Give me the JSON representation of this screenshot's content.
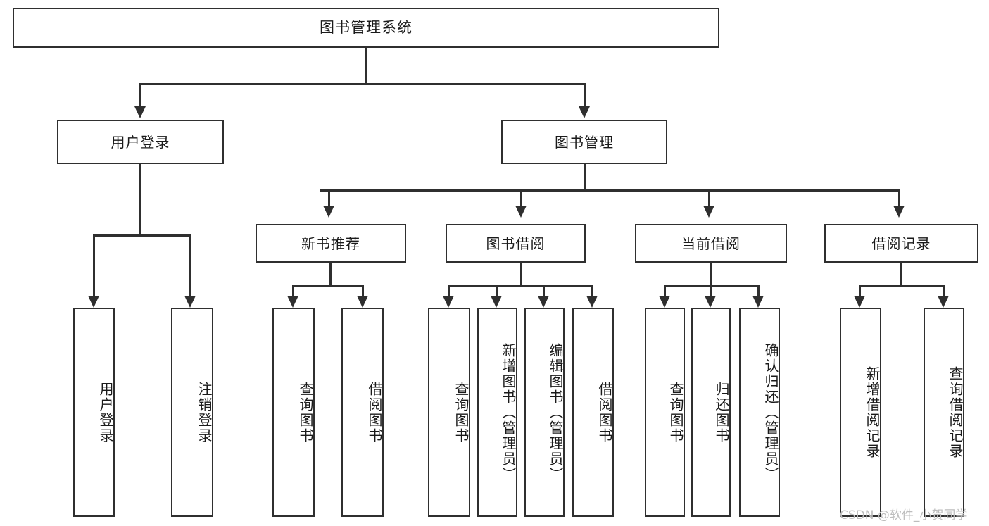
{
  "diagram": {
    "title_node": {
      "label": "图书管理系统"
    },
    "level1": [
      {
        "id": "user-login",
        "label": "用户登录"
      },
      {
        "id": "book-management",
        "label": "图书管理"
      }
    ],
    "level2": [
      {
        "id": "new-book-recommend",
        "label": "新书推荐"
      },
      {
        "id": "book-borrow",
        "label": "图书借阅"
      },
      {
        "id": "current-borrow",
        "label": "当前借阅"
      },
      {
        "id": "borrow-record",
        "label": "借阅记录"
      }
    ],
    "leaves": {
      "user_login": [
        {
          "id": "leaf-user-login",
          "label": "用户登录"
        },
        {
          "id": "leaf-logout-login",
          "label": "注销登录"
        }
      ],
      "new_book_recommend": [
        {
          "id": "leaf-query-book-1",
          "label": "查询图书"
        },
        {
          "id": "leaf-borrow-book-1",
          "label": "借阅图书"
        }
      ],
      "book_borrow": [
        {
          "id": "leaf-query-book-2",
          "label": "查询图书"
        },
        {
          "id": "leaf-add-book",
          "label": "新增图书（管理员）"
        },
        {
          "id": "leaf-edit-book",
          "label": "编辑图书（管理员）"
        },
        {
          "id": "leaf-borrow-book-2",
          "label": "借阅图书"
        }
      ],
      "current_borrow": [
        {
          "id": "leaf-query-book-3",
          "label": "查询图书"
        },
        {
          "id": "leaf-return-book",
          "label": "归还图书"
        },
        {
          "id": "leaf-confirm-return",
          "label": "确认归还（管理员）"
        }
      ],
      "borrow_record": [
        {
          "id": "leaf-add-borrow-record",
          "label": "新增借阅记录"
        },
        {
          "id": "leaf-query-borrow-record",
          "label": "查询借阅记录"
        }
      ]
    }
  },
  "watermark": {
    "text": "CSDN @软件_小贺同学"
  },
  "colors": {
    "stroke": "#2f2f2f",
    "text": "#1a1a1a",
    "background": "#ffffff",
    "watermark": "#bdbdbd"
  }
}
